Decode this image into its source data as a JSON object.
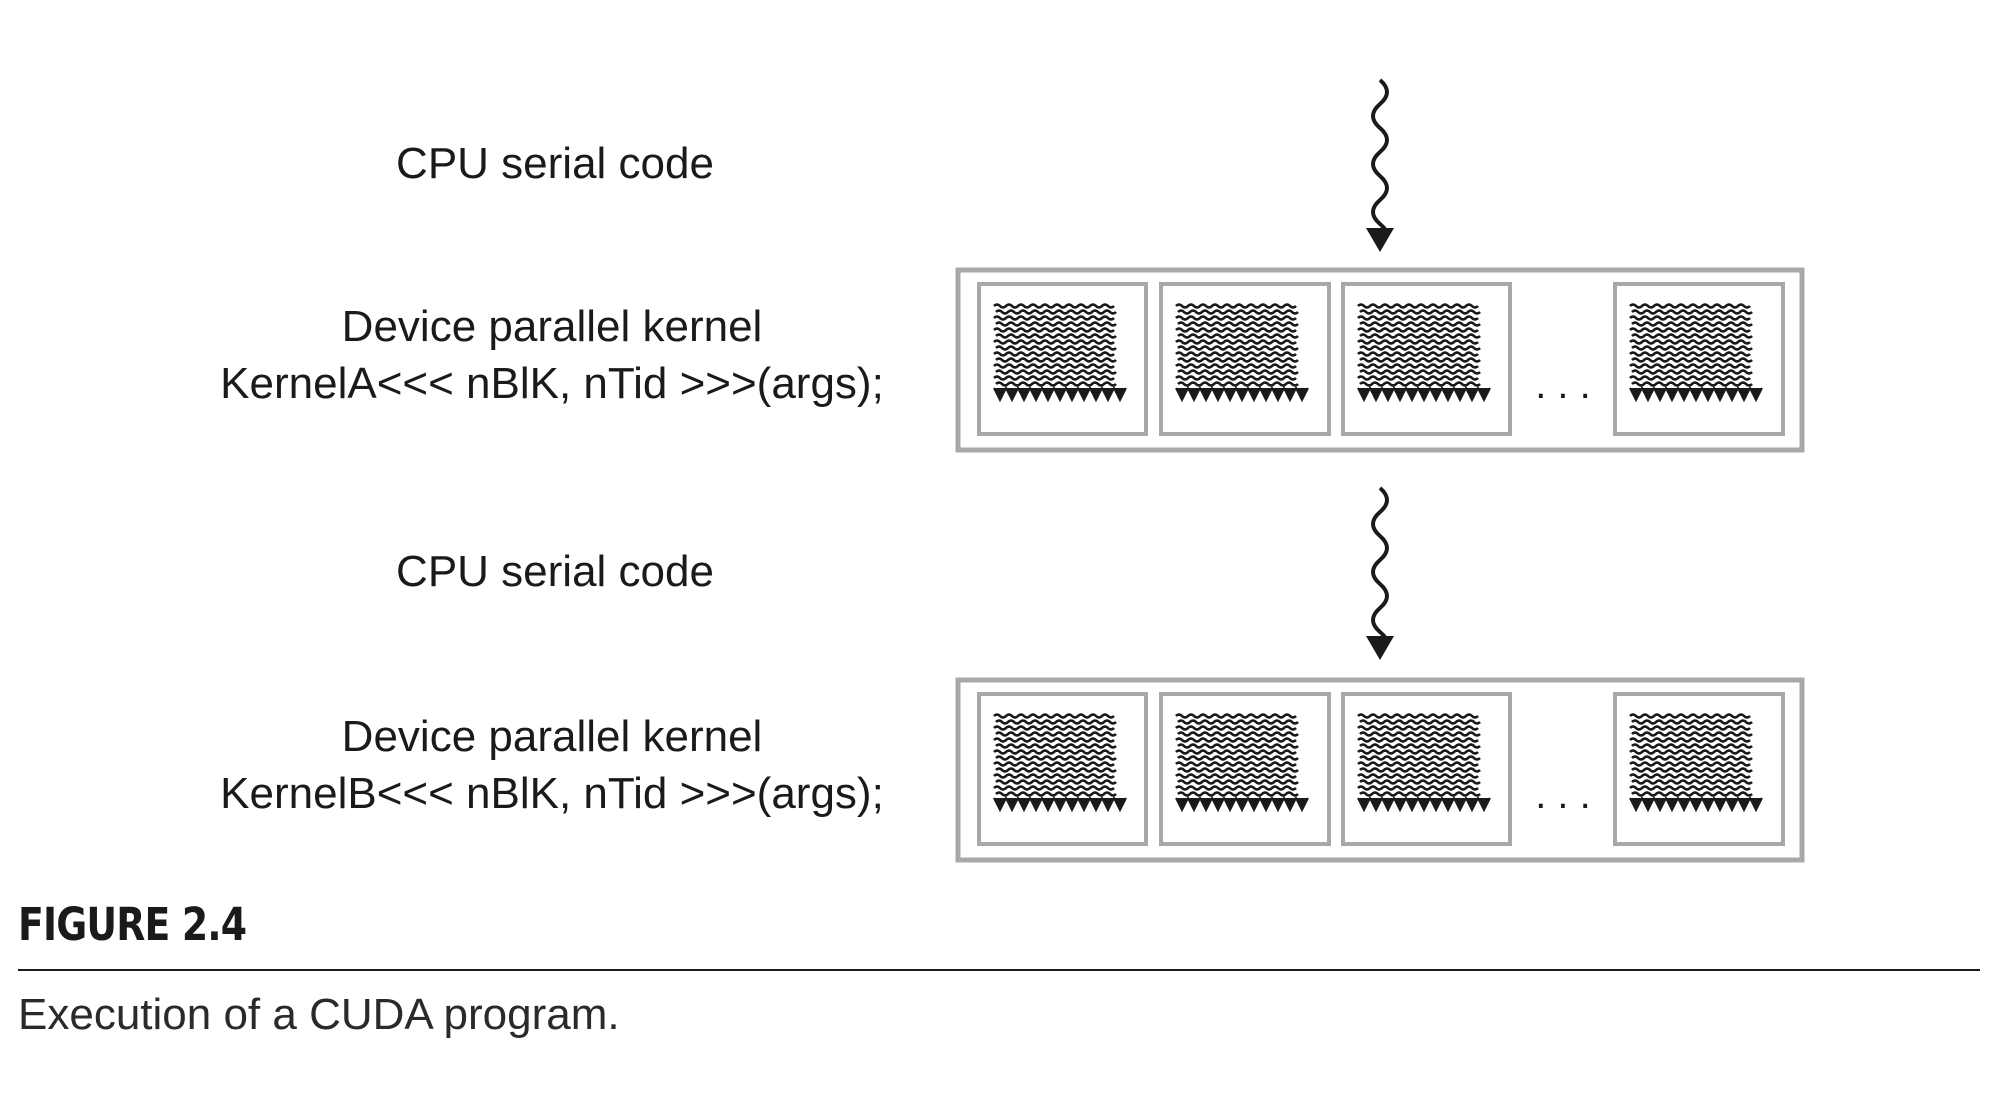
{
  "rows": [
    {
      "kind": "serial",
      "lines": [
        "CPU serial code"
      ]
    },
    {
      "kind": "kernel",
      "lines": [
        "Device parallel kernel",
        "KernelA<<< nBlK, nTid >>>(args);"
      ],
      "ellipsis": ". . ."
    },
    {
      "kind": "serial",
      "lines": [
        "CPU serial code"
      ]
    },
    {
      "kind": "kernel",
      "lines": [
        "Device parallel kernel",
        "KernelB<<< nBlK, nTid >>>(args);"
      ],
      "ellipsis": ". . ."
    }
  ],
  "figure": {
    "label": "FIGURE 2.4",
    "caption": "Execution of a CUDA program."
  },
  "colors": {
    "ink": "#1a1a1a",
    "frame": "#a8a8a8"
  }
}
